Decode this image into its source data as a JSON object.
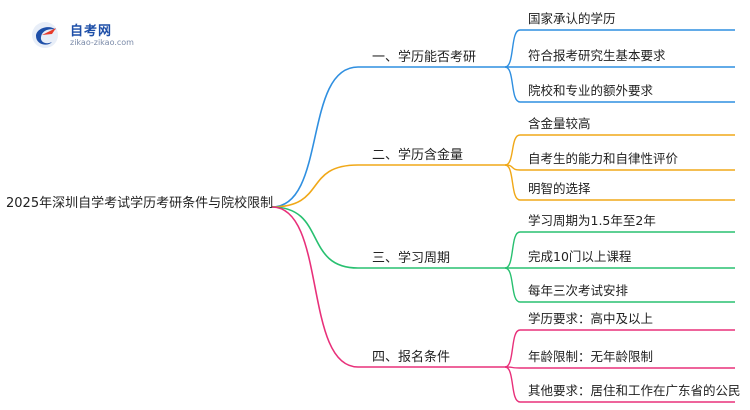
{
  "logo": {
    "name": "自考网",
    "url": "zikao-zikao.com"
  },
  "root": {
    "label": "2025年深圳自学考试学历考研条件与院校限制"
  },
  "branches": [
    {
      "label": "一、学历能否考研",
      "color": "#2f8fe0",
      "children": [
        "国家承认的学历",
        "符合报考研究生基本要求",
        "院校和专业的额外要求"
      ]
    },
    {
      "label": "二、学历含金量",
      "color": "#f0a818",
      "children": [
        "含金量较高",
        "自考生的能力和自律性评价",
        "明智的选择"
      ]
    },
    {
      "label": "三、学习周期",
      "color": "#28c070",
      "children": [
        "学习周期为1.5年至2年",
        "完成10门以上课程",
        "每年三次考试安排"
      ]
    },
    {
      "label": "四、报名条件",
      "color": "#e8307a",
      "children": [
        "学历要求：高中及以上",
        "年龄限制：无年龄限制",
        "其他要求：居住和工作在广东省的公民"
      ]
    }
  ]
}
